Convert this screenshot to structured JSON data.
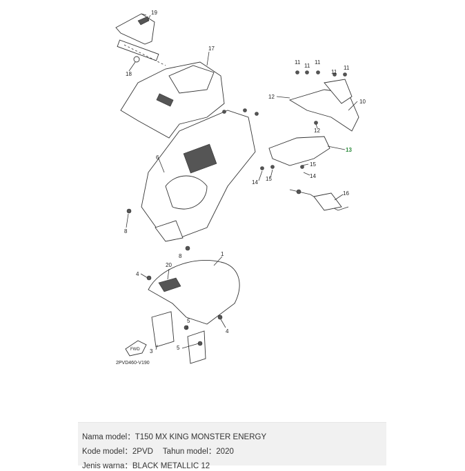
{
  "diagram": {
    "code": "2PVD460-V190",
    "fwd_label": "FWD",
    "callouts": [
      "1",
      "3",
      "4",
      "5",
      "6",
      "8",
      "10",
      "11",
      "12",
      "13",
      "14",
      "15",
      "16",
      "17",
      "18",
      "19",
      "20"
    ]
  },
  "info": {
    "model_name_label": "Nama model：",
    "model_name_value": "T150 MX KING MONSTER ENERGY",
    "model_code_label": "Kode model：",
    "model_code_value": "2PVD",
    "model_year_label": "Tahun model：",
    "model_year_value": "2020",
    "color_label": "Jenis warna：",
    "color_value": "BLACK METALLIC 12"
  }
}
